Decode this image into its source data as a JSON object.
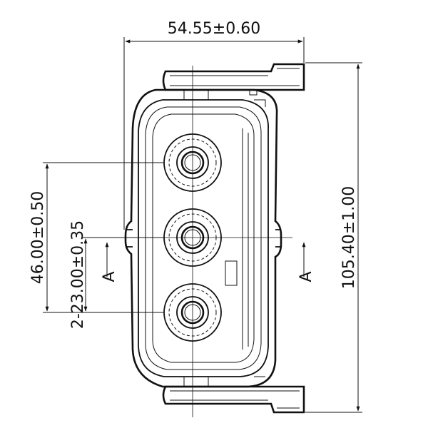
{
  "dimensions": {
    "width": "54.55±0.60",
    "height": "105.40±1.00",
    "outer_pitch": "46.00±0.50",
    "pitch": "2-23.00±0.35"
  },
  "section_labels": {
    "left": "A",
    "right": "A"
  }
}
